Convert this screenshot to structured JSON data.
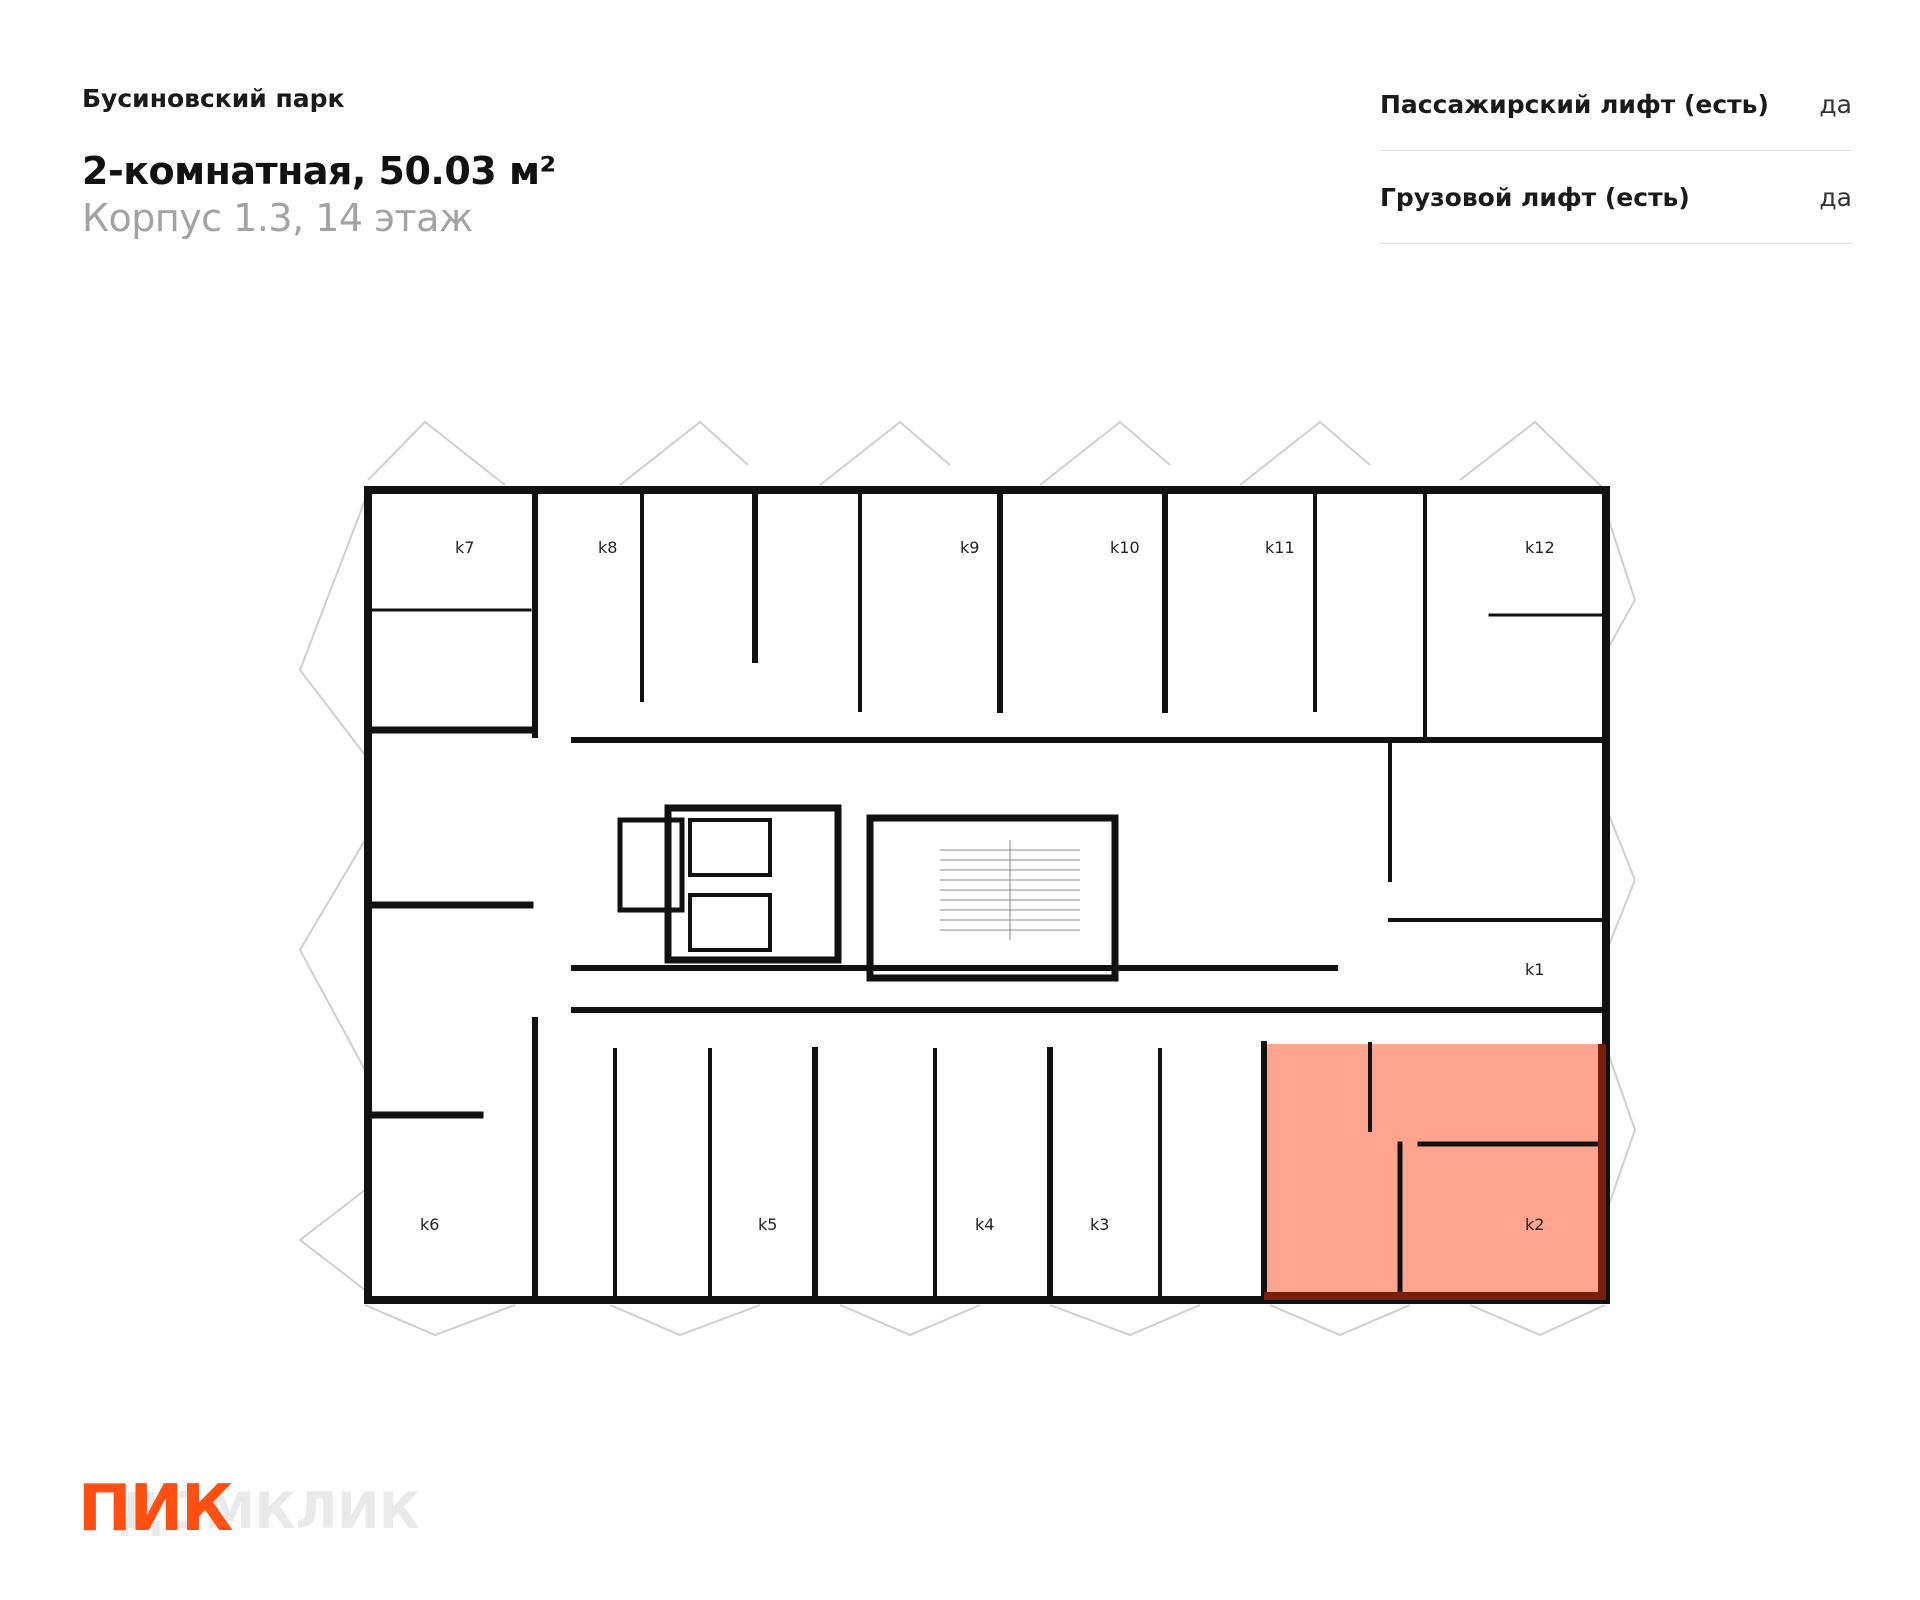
{
  "header": {
    "project": "Бусиновский парк",
    "title": "2-комнатная, 50.03 м²",
    "subtitle": "Корпус 1.3, 14 этаж"
  },
  "features": [
    {
      "label": "Пассажирский лифт (есть)",
      "value": "да"
    },
    {
      "label": "Грузовой лифт (есть)",
      "value": "да"
    }
  ],
  "plan": {
    "highlight_color": "#ffa58f",
    "highlight_wall_color": "#7a1e0c",
    "wall_color": "#111111",
    "rooms": {
      "k1": "k1",
      "k2": "k2",
      "k3": "k3",
      "k4": "k4",
      "k5": "k5",
      "k6": "k6",
      "k7": "k7",
      "k8": "k8",
      "k9": "k9",
      "k10": "k10",
      "k11": "k11",
      "k12": "k12"
    }
  },
  "logo": {
    "text": "ПИК",
    "watermark": "ДОМКЛИК",
    "color": "#ff4f12"
  }
}
